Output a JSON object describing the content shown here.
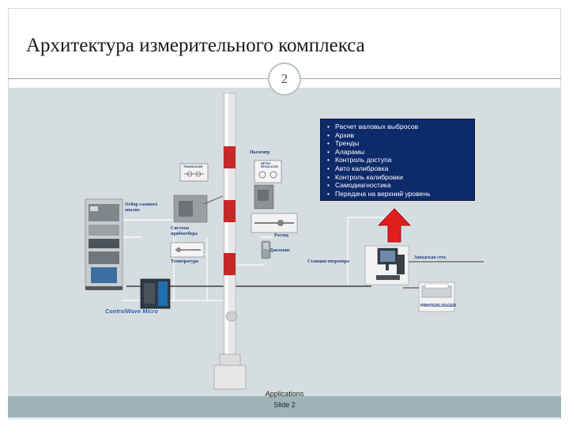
{
  "slide": {
    "title": "Архитектура измерительного комплекса",
    "number": "2",
    "footer_app": "Applications",
    "footer_slide": "Slide 2"
  },
  "features": [
    "Расчет валовых выбросов",
    "Архив",
    "Тренды",
    "Аларамы",
    "Контроль доступа",
    "Авто калибровка",
    "Контроль калибровки",
    "Самодиагностика",
    "Передача на верхний уровень"
  ],
  "labels": {
    "dust_meter": "Пылемер",
    "gas_analyzer": "Отбор газового анализ",
    "probe_system": "Система пробоотбора",
    "temperature": "Температура",
    "flow": "Расход",
    "pressure": "Давление",
    "operator_station": "Станция оператора",
    "network": "Заводская сеть",
    "printer": "PRINTER/LOGGER",
    "transducer": "TRANSDUCER",
    "regulator": "METRO REGULATOR",
    "controller": "ControlWave Micro"
  },
  "colors": {
    "stack_red": "#c62828",
    "infobox_bg": "#0d2a6b",
    "arrow_red": "#e01e1e",
    "background": "#d6dde0"
  }
}
